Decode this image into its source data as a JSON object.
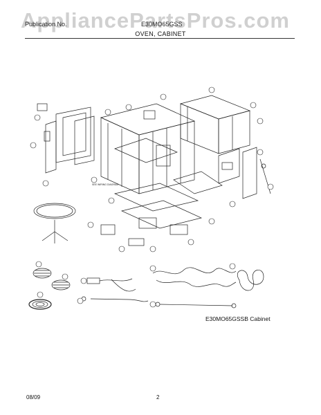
{
  "watermark": "AppliancePartsPros.com",
  "header": {
    "publication_label": "Publication No.",
    "model_fragment": "E30MO65GSS"
  },
  "section_title": "OVEN, CABINET",
  "model_label": "E30MO65GSSB Cabinet",
  "footer": {
    "date": "08/09",
    "page": "2"
  },
  "diagram_note": "SEE WIRING DIAGRAM"
}
